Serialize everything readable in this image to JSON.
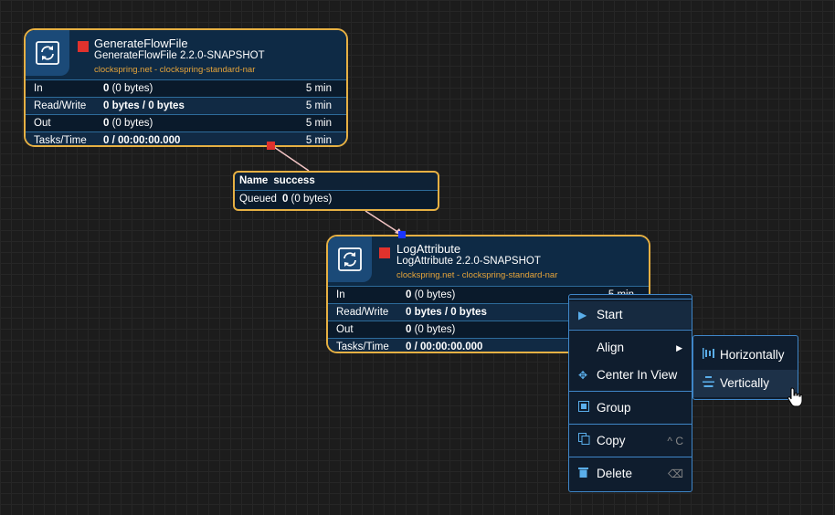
{
  "processors": [
    {
      "name": "GenerateFlowFile",
      "type": "GenerateFlowFile 2.2.0-SNAPSHOT",
      "bundle": "clockspring.net - clockspring-standard-nar",
      "stats": [
        {
          "label": "In",
          "value_bold": "0",
          "value_rest": " (0 bytes)",
          "time": "5 min"
        },
        {
          "label": "Read/Write",
          "value_bold": "0 bytes / 0 bytes",
          "value_rest": "",
          "time": "5 min"
        },
        {
          "label": "Out",
          "value_bold": "0",
          "value_rest": " (0 bytes)",
          "time": "5 min"
        },
        {
          "label": "Tasks/Time",
          "value_bold": "0 / 00:00:00.000",
          "value_rest": "",
          "time": "5 min"
        }
      ]
    },
    {
      "name": "LogAttribute",
      "type": "LogAttribute 2.2.0-SNAPSHOT",
      "bundle": "clockspring.net - clockspring-standard-nar",
      "stats": [
        {
          "label": "In",
          "value_bold": "0",
          "value_rest": " (0 bytes)",
          "time": "5 min"
        },
        {
          "label": "Read/Write",
          "value_bold": "0 bytes / 0 bytes",
          "value_rest": "",
          "time": ""
        },
        {
          "label": "Out",
          "value_bold": "0",
          "value_rest": " (0 bytes)",
          "time": ""
        },
        {
          "label": "Tasks/Time",
          "value_bold": "0 / 00:00:00.000",
          "value_rest": "",
          "time": ""
        }
      ]
    }
  ],
  "connection": {
    "name_label": "Name",
    "name_value": "success",
    "queued_label": "Queued",
    "queued_bold": "0",
    "queued_rest": " (0 bytes)"
  },
  "context_menu": {
    "items": [
      {
        "label": "Start",
        "icon": "play-icon",
        "shortcut": ""
      },
      {
        "label": "Align",
        "icon": "",
        "shortcut": ""
      },
      {
        "label": "Center In View",
        "icon": "crosshair-icon",
        "shortcut": ""
      },
      {
        "label": "Group",
        "icon": "group-icon",
        "shortcut": ""
      },
      {
        "label": "Copy",
        "icon": "copy-icon",
        "shortcut": "^ C"
      },
      {
        "label": "Delete",
        "icon": "trash-icon",
        "shortcut": "⌫"
      }
    ],
    "align_submenu": [
      {
        "label": "Horizontally",
        "icon": "align-horizontal-icon"
      },
      {
        "label": "Vertically",
        "icon": "align-vertical-icon"
      }
    ]
  },
  "colors": {
    "canvas": "#1c1c1c",
    "border_accent": "#e6b043",
    "bundle_text": "#e6a43a",
    "stopped": "#e0322d",
    "menu_border": "#3f86c8",
    "icon_blue": "#5aaeea"
  }
}
